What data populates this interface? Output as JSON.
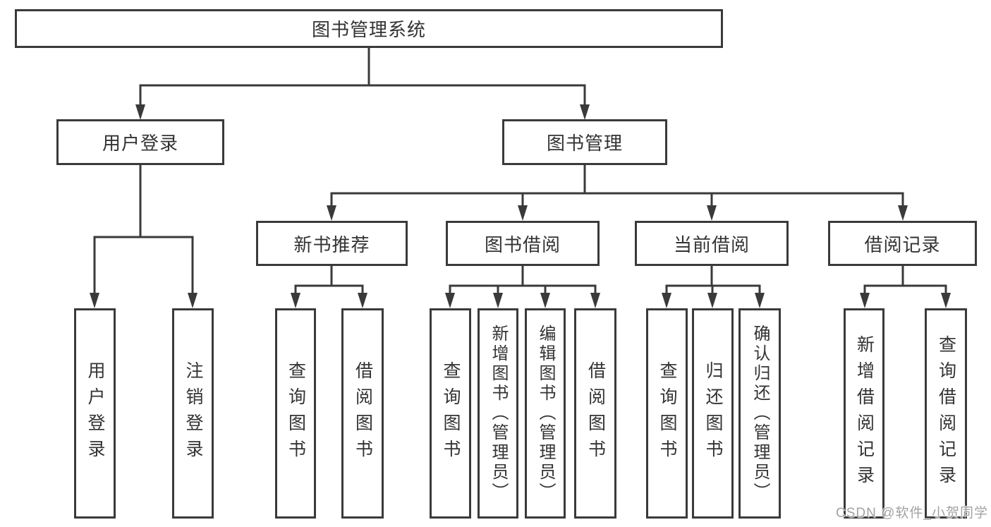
{
  "colors": {
    "background": "#ffffff",
    "line": "#3a3a3a",
    "text": "#333333",
    "watermark": "#a2a2a2"
  },
  "tree": {
    "root": {
      "label": "图书管理系统",
      "children": [
        {
          "label": "用户登录",
          "children": [
            {
              "label": "用户登录"
            },
            {
              "label": "注销登录"
            }
          ]
        },
        {
          "label": "图书管理",
          "children": [
            {
              "label": "新书推荐",
              "children": [
                {
                  "label": "查询图书"
                },
                {
                  "label": "借阅图书"
                }
              ]
            },
            {
              "label": "图书借阅",
              "children": [
                {
                  "label": "查询图书"
                },
                {
                  "label": "新增图书（管理员）"
                },
                {
                  "label": "编辑图书（管理员）"
                },
                {
                  "label": "借阅图书"
                }
              ]
            },
            {
              "label": "当前借阅",
              "children": [
                {
                  "label": "查询图书"
                },
                {
                  "label": "归还图书"
                },
                {
                  "label": "确认归还（管理员）"
                }
              ]
            },
            {
              "label": "借阅记录",
              "children": [
                {
                  "label": "新增借阅记录"
                },
                {
                  "label": "查询借阅记录"
                }
              ]
            }
          ]
        }
      ]
    }
  },
  "watermark": {
    "text": "CSDN @软件_小贺同学"
  }
}
